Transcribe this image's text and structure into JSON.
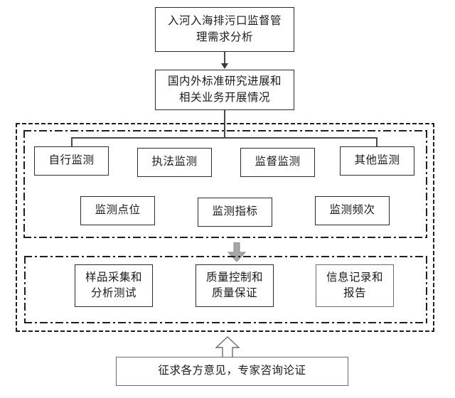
{
  "diagram": {
    "title_top": "入河入海排污口监督管理需求分析",
    "nodes": {
      "requirement_analysis": "入河入海排污口监督管理需求分析",
      "standards_research": "国内外标准研究进展和相关业务开展情况",
      "self_monitoring": "自行监测",
      "enforcement_monitoring": "执法监测",
      "supervision_monitoring": "监督监测",
      "other_monitoring": "其他监测",
      "monitoring_points": "监测点位",
      "monitoring_indicators": "监测指标",
      "monitoring_frequency": "监测频次",
      "sampling_and_analysis": "样品采集和分析测试",
      "quality_control": "质量控制和质量保证",
      "information_record": "信息记录和报告",
      "solicit_opinions": "征求各方意见，专家咨询论证"
    },
    "node_lines": {
      "requirement_analysis": [
        "入河入海排污口监督管",
        "理需求分析"
      ],
      "standards_research": [
        "国内外标准研究进展和",
        "相关业务开展情况"
      ],
      "sampling_and_analysis": [
        "样品采集和",
        "分析测试"
      ],
      "quality_control": [
        "质量控制和",
        "质量保证"
      ],
      "information_record": [
        "信息记录和",
        "报告"
      ]
    },
    "icons": {
      "down_block_arrow": "down-block-arrow-icon",
      "up_block_arrow": "up-block-arrow-icon",
      "arrow_head_1": "arrow-down-icon",
      "arrow_head_2": "arrow-down-icon"
    },
    "colors": {
      "box_border": "#2b2b2b",
      "thin_border": "#6d6d6d",
      "dashed_border": "#1f1f1f",
      "connector": "#4a4a4a",
      "gray_arrow_fill": "#a6a6a6",
      "gray_arrow_stroke": "#8c8c8c",
      "white_arrow_fill": "#ffffff",
      "text": "#1b1b1b",
      "background": "#ffffff"
    }
  }
}
